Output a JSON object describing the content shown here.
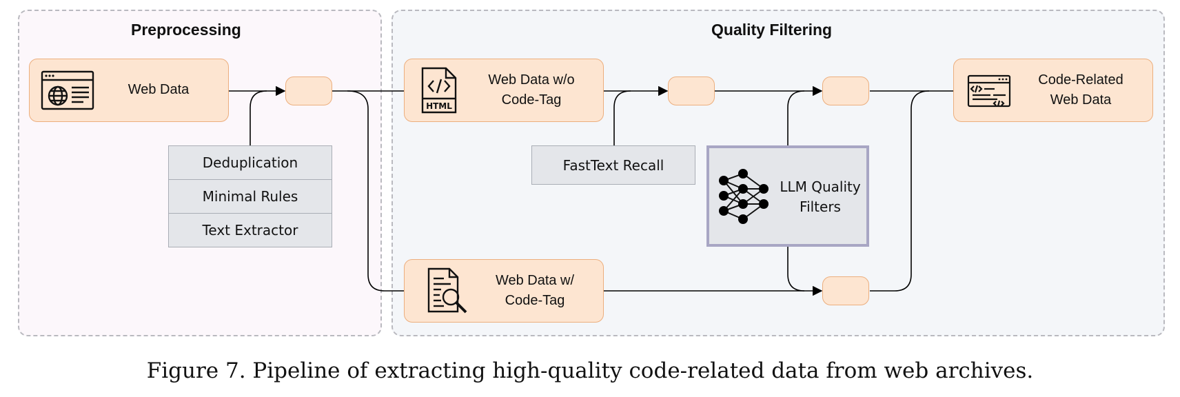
{
  "panels": {
    "preprocessing_title": "Preprocessing",
    "quality_filtering_title": "Quality Filtering"
  },
  "nodes": {
    "web_data": "Web Data",
    "web_data_wo_code_tag": "Web Data w/o\nCode-Tag",
    "web_data_w_code_tag": "Web Data w/\nCode-Tag",
    "code_related_web_data": "Code-Related\nWeb Data"
  },
  "preprocessing_steps": [
    "Deduplication",
    "Minimal Rules",
    "Text Extractor"
  ],
  "fasttext_recall": "FastText Recall",
  "llm_quality_filters": "LLM Quality\nFilters",
  "icons": {
    "web_data": "web-browser-globe-icon",
    "html_file": "html-file-icon",
    "document_search": "document-search-icon",
    "code_window": "code-window-icon",
    "neural_network": "neural-network-icon",
    "html_badge_text": "HTML"
  },
  "colors": {
    "node_fill": "#fde5d1",
    "node_border": "#ecae7d",
    "preprocessing_panel": "#fcf7fb",
    "quality_panel": "#f4f6f9",
    "llm_border": "#a8a6c4"
  },
  "caption": "Figure 7. Pipeline of extracting high-quality code-related data from web archives."
}
